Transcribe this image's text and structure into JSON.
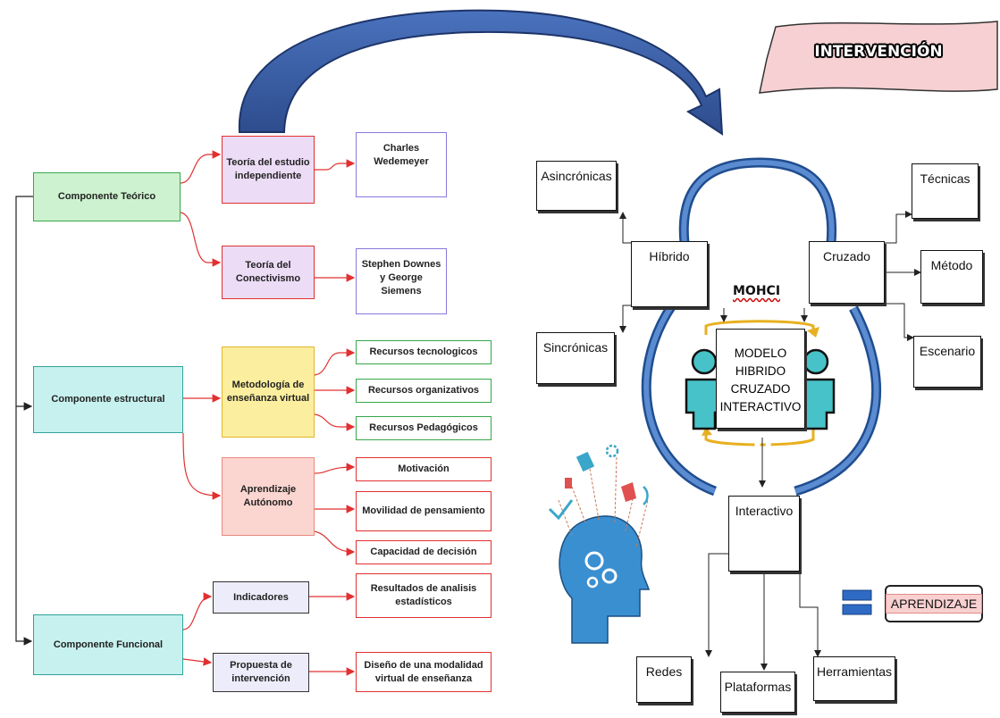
{
  "title": "INTERVENCIÓN",
  "left_diagram": {
    "components": {
      "teorico": "Componente Teórico",
      "estructural": "Componente estructural",
      "funcional": "Componente Funcional"
    },
    "middle": {
      "teoria_estudio": "Teoría del estudio independiente",
      "teoria_conectivismo": "Teoría del Conectivismo",
      "metodologia": "Metodología de enseñanza virtual",
      "aprendizaje_autonomo": "Aprendizaje Autónomo",
      "indicadores": "Indicadores",
      "propuesta": "Propuesta de intervención"
    },
    "leaves": {
      "wedemeyer": "Charles Wedemeyer",
      "downes": "Stephen Downes y George Siemens",
      "rec_tec": "Recursos tecnologicos",
      "rec_org": "Recursos organizativos",
      "rec_ped": "Recursos Pedagógicos",
      "motivacion": "Motivación",
      "movilidad": "Movilidad de pensamiento",
      "capacidad": "Capacidad de decisión",
      "resultados": "Resultados de analisis estadísticos",
      "diseno": "Diseño de una modalidad virtual de enseñanza"
    }
  },
  "right_diagram": {
    "acronym": "MOHCI",
    "center_lines": [
      "MODELO",
      "HIBRIDO",
      "CRUZADO",
      "INTERACTIVO"
    ],
    "hibrido": "Híbrido",
    "cruzado": "Cruzado",
    "interactivo": "Interactivo",
    "asincronicas": "Asincrónicas",
    "sincronicas": "Sincrónicas",
    "tecnicas": "Técnicas",
    "metodo": "Método",
    "escenario": "Escenario",
    "redes": "Redes",
    "plataformas": "Plataformas",
    "herramientas": "Herramientas",
    "aprendizaje": "APRENDIZAJE"
  },
  "colors": {
    "green_fill": "#cdf2cf",
    "green_border": "#37a74a",
    "cyan_fill": "#c7f1ee",
    "cyan_border": "#2fa39a",
    "purple_border": "#8a78de",
    "purple_fill": "#ecdcf6",
    "yellow_fill": "#fbee9e",
    "yellow_border": "#e2b52e",
    "pink_fill": "#fbd5d0",
    "pink_border": "#e98a80",
    "red": "#e23030",
    "lavender_fill": "#ececfa",
    "arrow_blue": "#3a5ea8",
    "ring_blue": "#2f6bb8",
    "cyan_icon": "#47c2c8",
    "banner_fill": "#f6d0d2"
  }
}
